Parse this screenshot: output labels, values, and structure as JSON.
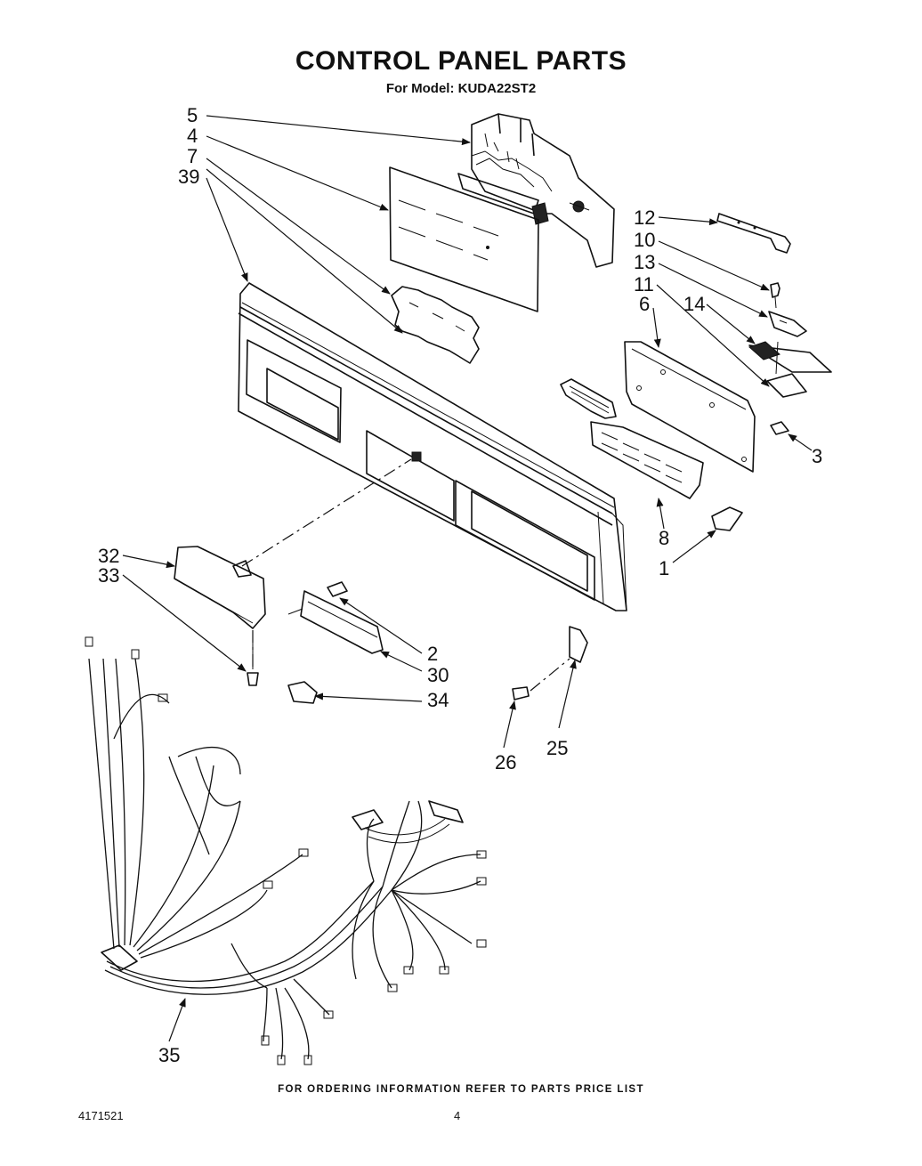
{
  "title": "CONTROL PANEL PARTS",
  "subtitle": "For Model: KUDA22ST2",
  "footer_note": "FOR ORDERING INFORMATION REFER TO PARTS PRICE LIST",
  "doc_number": "4171521",
  "page_number": "4",
  "callouts": {
    "c5": "5",
    "c4": "4",
    "c7": "7",
    "c39": "39",
    "c12": "12",
    "c10": "10",
    "c13": "13",
    "c11": "11",
    "c14": "14",
    "c6": "6",
    "c3": "3",
    "c8": "8",
    "c1": "1",
    "c32": "32",
    "c33": "33",
    "c2": "2",
    "c30": "30",
    "c34": "34",
    "c26": "26",
    "c25": "25",
    "c35": "35"
  }
}
